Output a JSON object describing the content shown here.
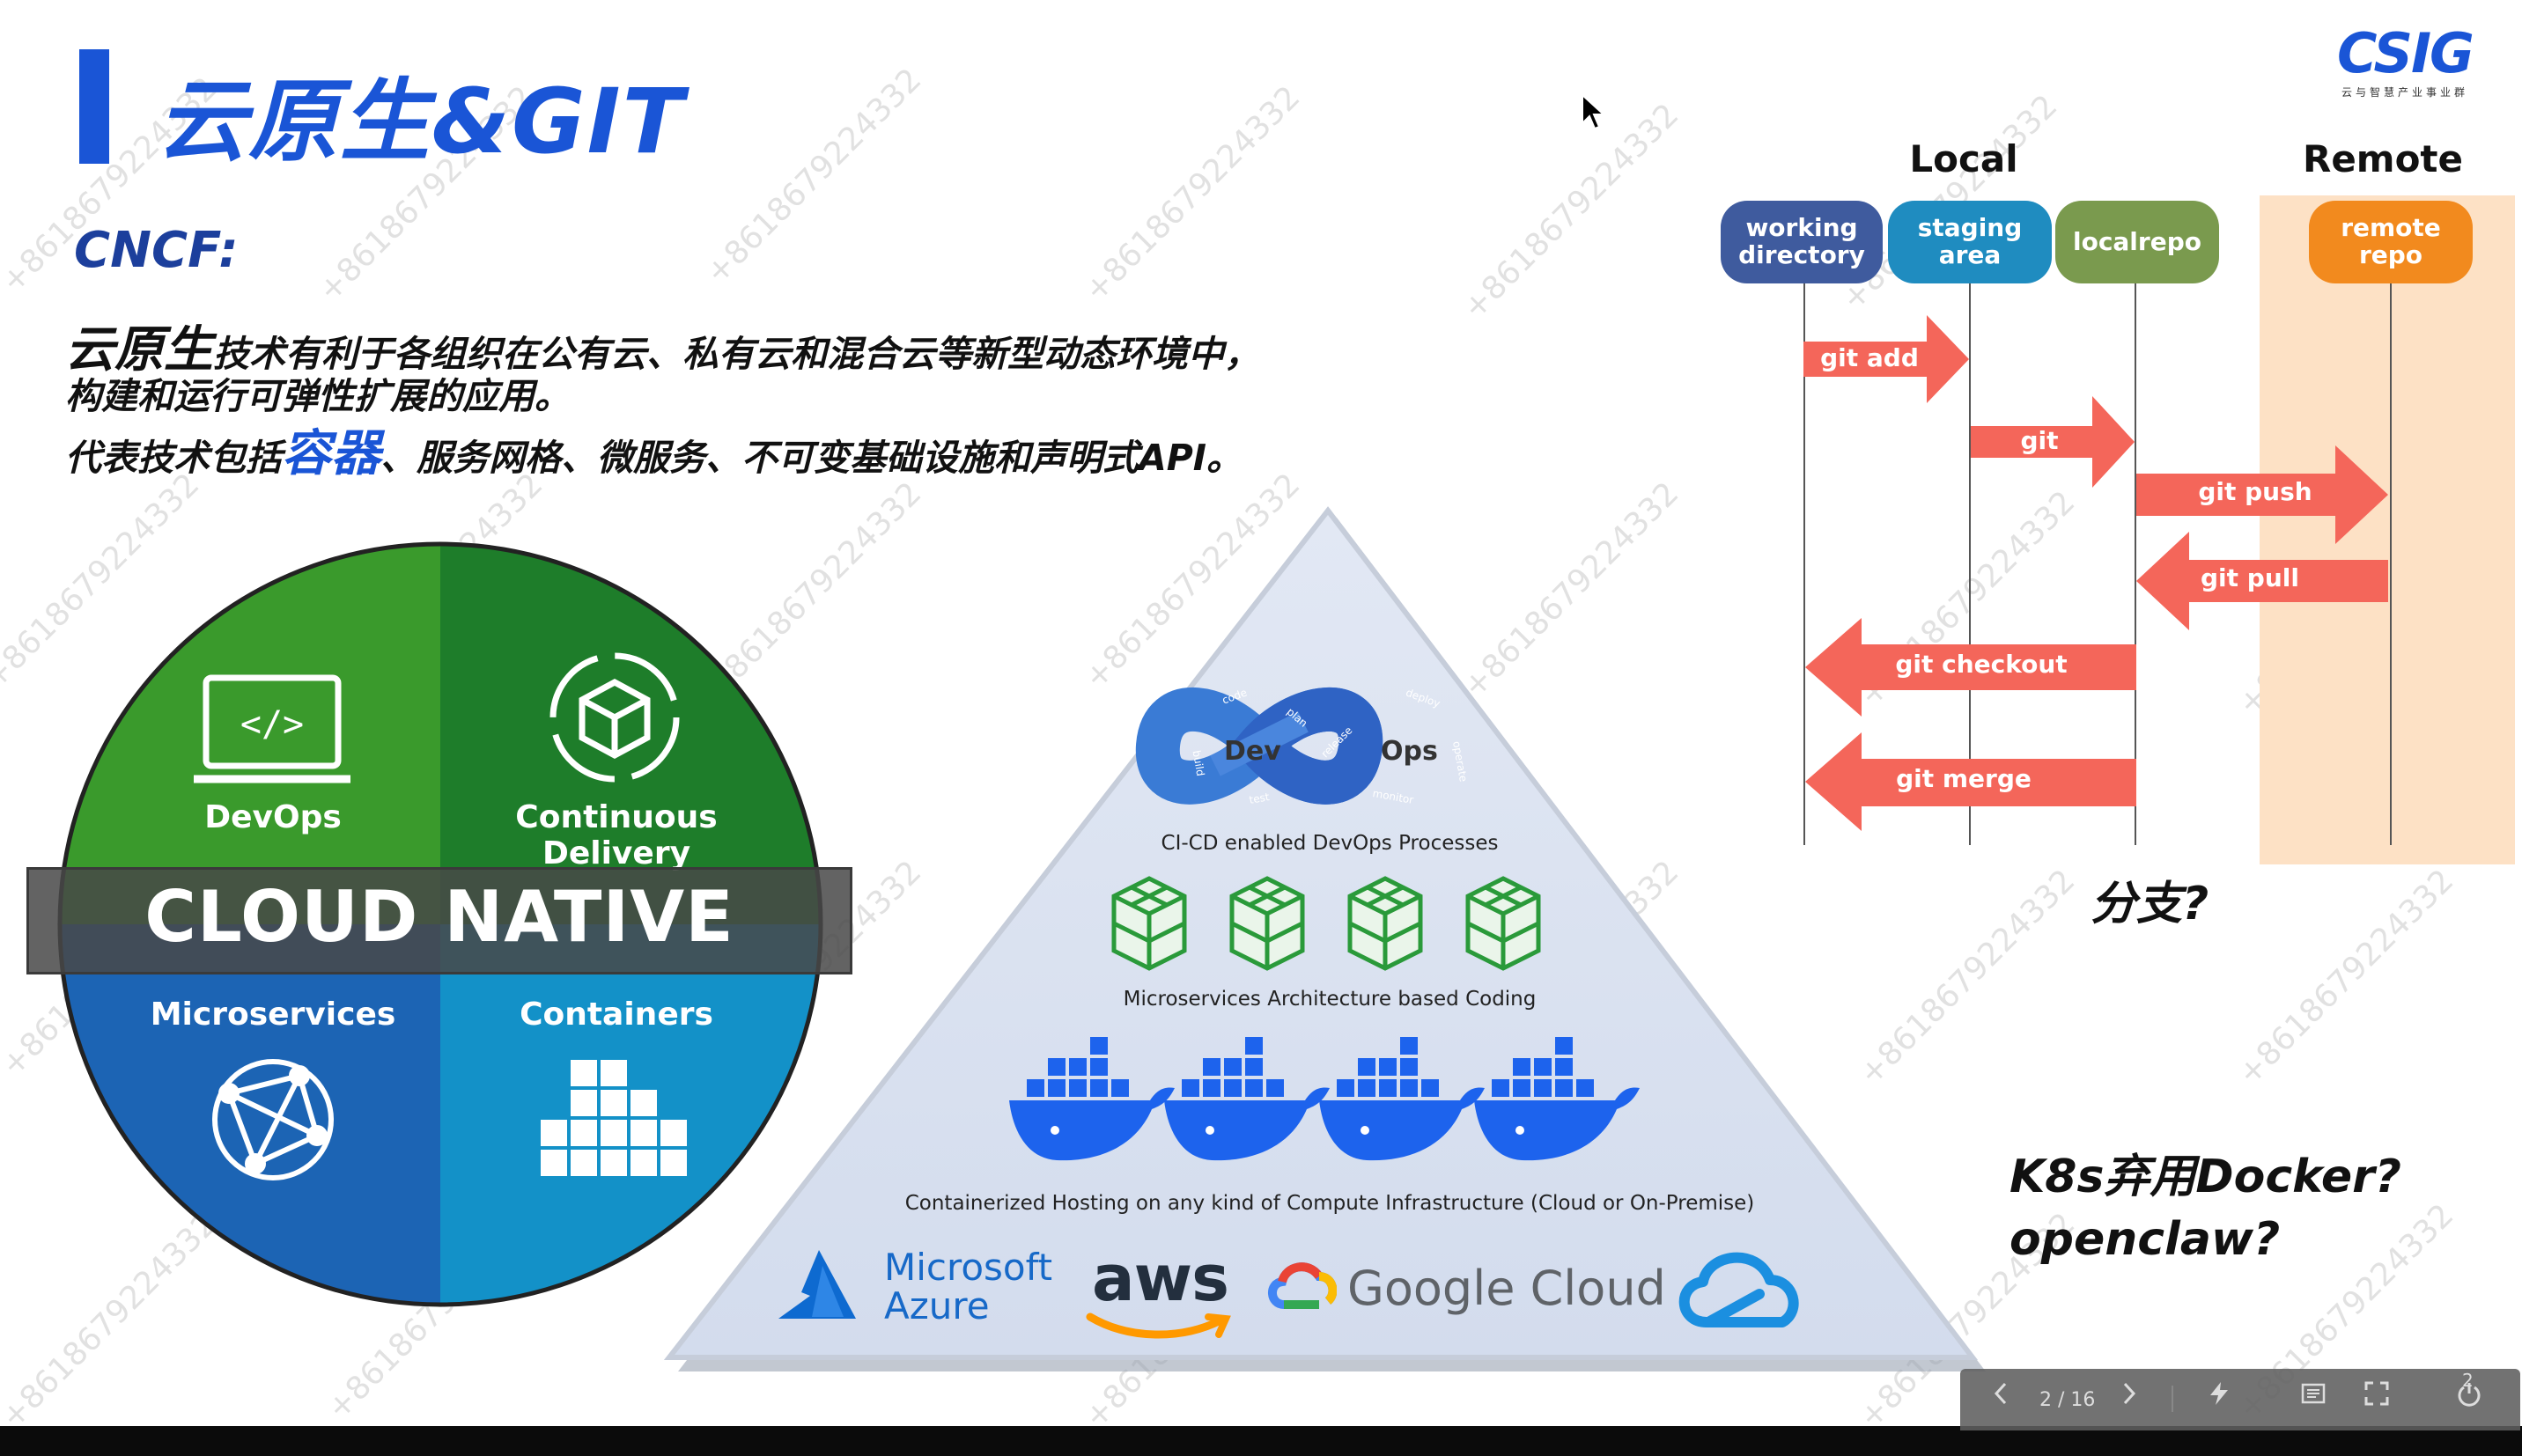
{
  "slide": {
    "title": "云原生&GIT",
    "logo_text": "CSIG",
    "logo_subtitle": "云与智慧产业事业群",
    "cncf_label": "CNCF:",
    "para1_big": "云原生",
    "para1_rest": "技术有利于各组织在公有云、私有云和混合云等新型动态环境中，",
    "para2": "构建和运行可弹性扩展的应用。",
    "para3_a": "代表技术包括",
    "para3_blue": "容器",
    "para3_b": "、服务网格、微服务、不可变基础设施和声明式API。"
  },
  "cloud_native": {
    "banner": "CLOUD NATIVE",
    "quadrants": [
      {
        "label": "DevOps",
        "color": "#3a9a2c"
      },
      {
        "label": "Continuous Delivery",
        "color": "#1e7d2a"
      },
      {
        "label": "Microservices",
        "color": "#1c64b4"
      },
      {
        "label": "Containers",
        "color": "#1391c8"
      }
    ]
  },
  "pyramid": {
    "devops_dev": "Dev",
    "devops_ops": "Ops",
    "loop_words": [
      "code",
      "plan",
      "build",
      "test",
      "release",
      "deploy",
      "operate",
      "monitor"
    ],
    "level1": "CI-CD enabled DevOps Processes",
    "level2": "Microservices Architecture based Coding",
    "level3": "Containerized Hosting on any kind of Compute Infrastructure (Cloud or On-Premise)",
    "providers": [
      "Microsoft",
      "Azure",
      "aws",
      "Google Cloud"
    ]
  },
  "git": {
    "local": "Local",
    "remote": "Remote",
    "stages": [
      {
        "label": "working directory",
        "line1": "working",
        "line2": "directory",
        "color": "#3f5b9e"
      },
      {
        "label": "staging area",
        "line1": "staging",
        "line2": "area",
        "color": "#1f8cc0"
      },
      {
        "label": "localrepo",
        "line1": "localrepo",
        "line2": "",
        "color": "#7a9a4e"
      },
      {
        "label": "remote repo",
        "line1": "remote",
        "line2": "repo",
        "color": "#f28a1e"
      }
    ],
    "commands": [
      "git add",
      "git commit",
      "git push",
      "git pull",
      "git checkout",
      "git merge"
    ],
    "arrow_color": "#f4665a"
  },
  "notes": {
    "branch": "分支?",
    "k8s": "K8s弃用Docker?",
    "openclaw": "openclaw?"
  },
  "watermark": "+8618679224332",
  "toolbar": {
    "page_indicator": "2 / 16",
    "page_number": "2"
  }
}
